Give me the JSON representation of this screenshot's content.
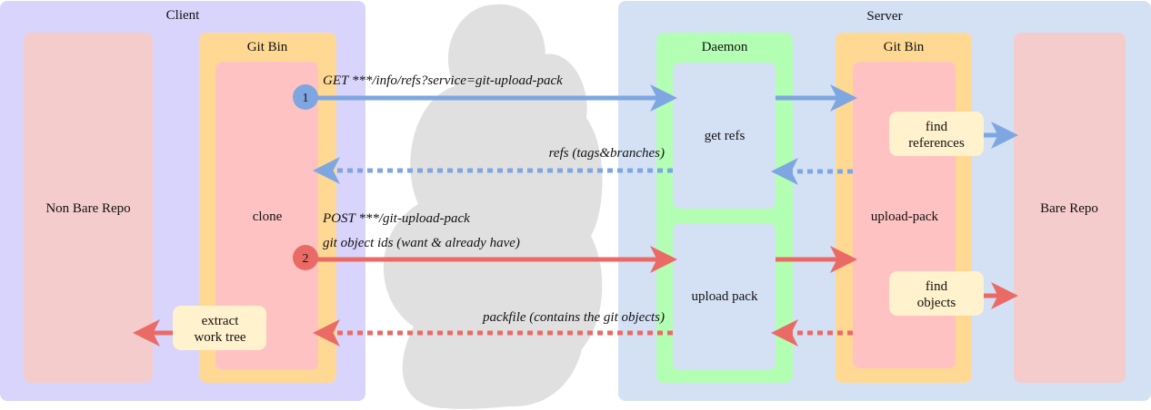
{
  "client": {
    "title": "Client",
    "repo_label": "Non Bare Repo",
    "git_bin_title": "Git Bin",
    "clone_label": "clone",
    "extract_label_line1": "extract",
    "extract_label_line2": "work tree"
  },
  "server": {
    "title": "Server",
    "daemon_title": "Daemon",
    "get_refs_label": "get refs",
    "upload_pack_box_label": "upload pack",
    "git_bin_title": "Git Bin",
    "upload_pack_label": "upload-pack",
    "find_references_line1": "find",
    "find_references_line2": "references",
    "find_objects_line1": "find",
    "find_objects_line2": "objects",
    "repo_label": "Bare Repo"
  },
  "steps": {
    "step1_number": "1",
    "step2_number": "2"
  },
  "messages": {
    "get_request": "GET ***/info/refs?service=git-upload-pack",
    "refs_response": "refs (tags&branches)",
    "post_request": "POST ***/git-upload-pack",
    "object_ids": "git object ids (want & already have)",
    "packfile_response": "packfile (contains the git objects)"
  },
  "colors": {
    "client_bg": "#d9d4fb",
    "server_bg": "#d4e1f5",
    "repo_fill": "#f5cccc",
    "git_bin_fill": "#ffd993",
    "clone_fill": "#ffc2c2",
    "daemon_fill": "#b3ffb3",
    "daemon_inner_fill": "#d4e1f5",
    "note_fill": "#fff2cc",
    "cloud_fill": "#e0e0e0",
    "blue_arrow": "#7ea6e0",
    "red_arrow": "#ea6b66",
    "step1_circle": "#7ea6e0",
    "step2_circle": "#ea6b66"
  }
}
